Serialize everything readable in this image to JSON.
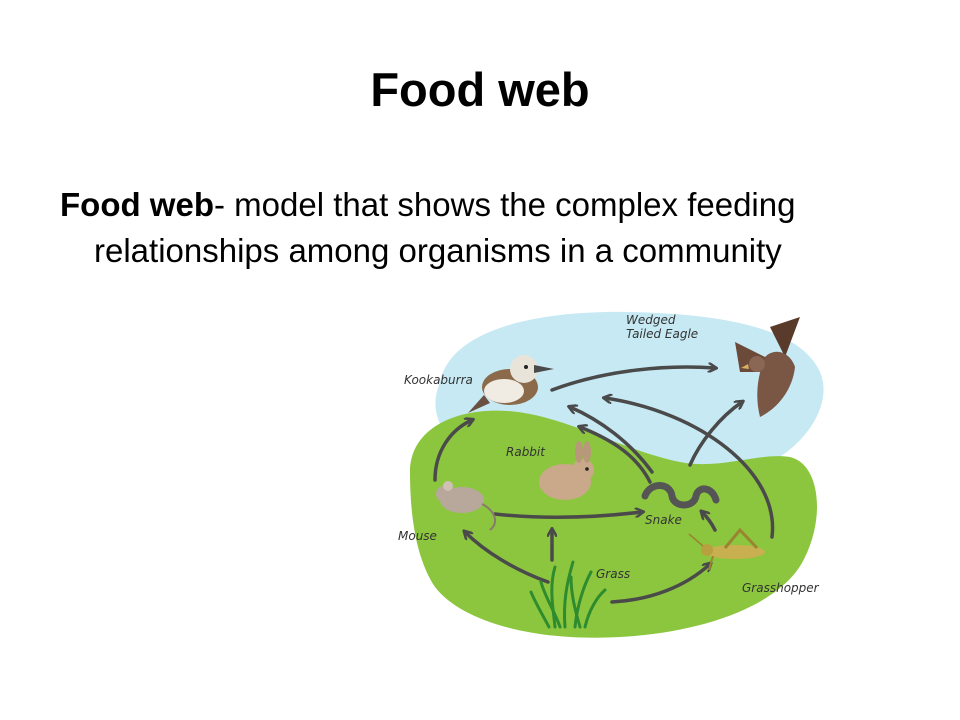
{
  "slide": {
    "title": "Food web",
    "term": "Food web",
    "definition": "- model that shows the complex feeding relationships among organisms in a community"
  },
  "diagram": {
    "organisms": {
      "eagle": "Wedged Tailed Eagle",
      "kookaburra": "Kookaburra",
      "rabbit": "Rabbit",
      "mouse": "Mouse",
      "snake": "Snake",
      "grass": "Grass",
      "grasshopper": "Grasshopper"
    },
    "colors": {
      "sky": "#c6e9f4",
      "land": "#8cc63f",
      "arrow": "#4a4a4a"
    }
  }
}
